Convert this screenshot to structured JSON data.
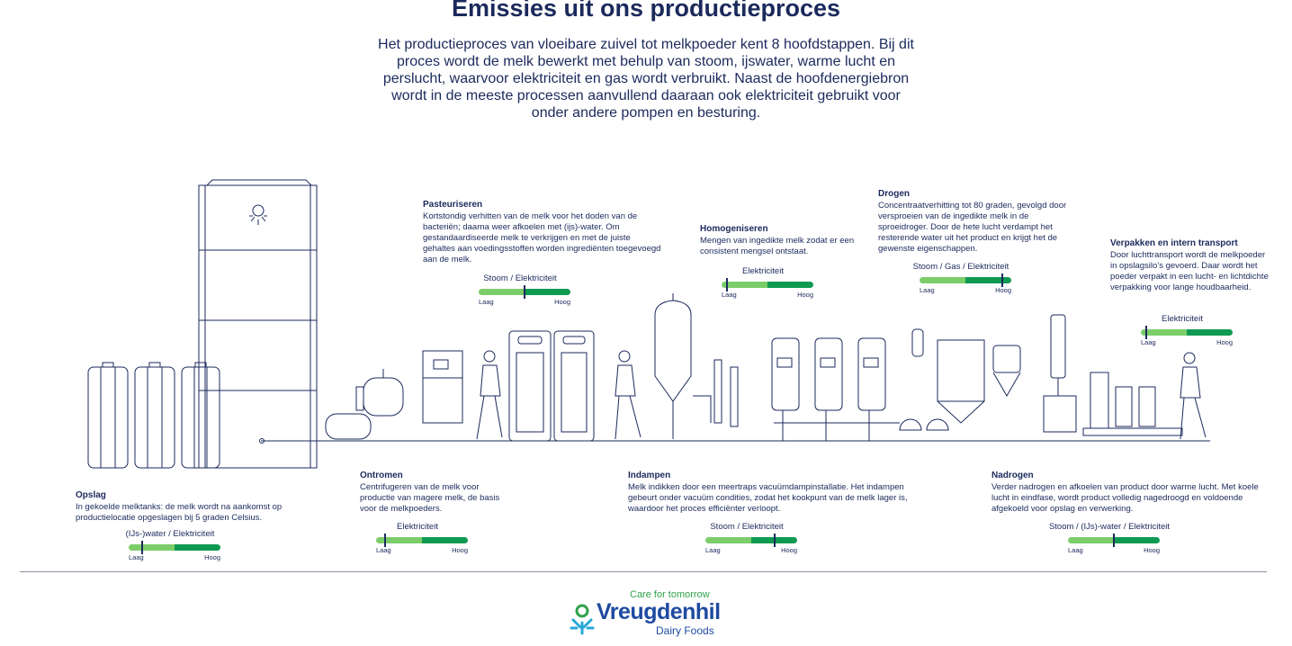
{
  "title": "Emissies uit ons productieproces",
  "intro": "Het productieproces van vloeibare zuivel tot melkpoeder kent 8 hoofdstappen. Bij dit proces wordt de melk bewerkt met behulp van stoom, ijswater, warme lucht en perslucht, waarvoor elektriciteit en gas wordt verbruikt. Naast de hoofdenergiebron wordt in de meeste processen aanvullend daaraan ook elektriciteit gebruikt voor onder andere pompen en besturing.",
  "scale": {
    "low": "Laag",
    "high": "Hoog"
  },
  "steps": {
    "opslag": {
      "title": "Opslag",
      "text": "In gekoelde melktanks: de melk wordt na aankomst op productielocatie opgeslagen bij 5 graden Celsius.",
      "energy": "(IJs-)water / Elektriciteit",
      "level": 0.15
    },
    "ontromen": {
      "title": "Ontromen",
      "text": "Centrifugeren van de melk voor productie van magere melk, de basis voor de melkpoeders.",
      "energy": "Elektriciteit",
      "level": 0.1
    },
    "pasteuriseren": {
      "title": "Pasteuriseren",
      "text": "Kortstondig verhitten van de melk voor het doden van de bacteriën; daarna weer afkoelen met (ijs)-water. Om gestandaardiseerde melk te verkrijgen en met de juiste gehaltes aan voedingsstoffen worden ingrediënten toegevoegd aan de melk.",
      "energy": "Stoom / Elektriciteit",
      "level": 0.5
    },
    "homogeniseren": {
      "title": "Homogeniseren",
      "text": "Mengen van ingedikte melk zodat er een consistent mengsel ontstaat.",
      "energy": "Elektriciteit",
      "level": 0.06
    },
    "indampen": {
      "title": "Indampen",
      "text": "Melk indikken door een meertraps vacuümdampinstallatie. Het indampen gebeurt onder vacuüm condities, zodat het kookpunt van de melk lager is, waardoor het proces efficiënter verloopt.",
      "energy": "Stoom / Elektriciteit",
      "level": 0.75
    },
    "drogen": {
      "title": "Drogen",
      "text": "Concentraatverhitting tot 80 graden, gevolgd door versproeien van de ingedikte melk in de sproeidroger. Door de hete lucht verdampt het resterende water uit het product en krijgt het de gewenste eigenschappen.",
      "energy": "Stoom / Gas / Elektriciteit",
      "level": 0.9
    },
    "nadrogen": {
      "title": "Nadrogen",
      "text": "Verder nadrogen en afkoelen van product door warme lucht. Met koele lucht in eindfase, wordt product volledig nagedroogd en voldoende afgekoeld voor opslag en verwerking.",
      "energy": "Stoom / (IJs)-water / Elektriciteit",
      "level": 0.5
    },
    "verpakken": {
      "title": "Verpakken en intern transport",
      "text": "Door luchttransport wordt de melkpoeder in opslagsilo’s gevoerd. Daar wordt het poeder verpakt in een lucht- en lichtdichte verpakking voor lange houdbaarheid.",
      "energy": "Elektriciteit",
      "level": 0.06
    }
  },
  "footer": {
    "tagline": "Care for tomorrow",
    "brand": "Vreugdenhil",
    "brand_sub": "Dairy Foods"
  },
  "colors": {
    "navy": "#1b2a5c",
    "low_green": "#7ccd6a",
    "high_green": "#0f9a52",
    "brand_blue": "#1e4aa0"
  }
}
